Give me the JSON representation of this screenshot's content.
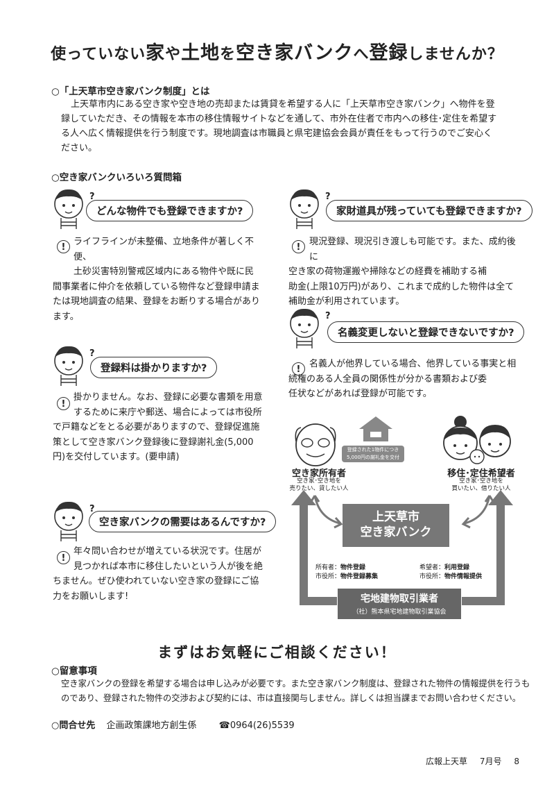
{
  "title": {
    "p1": "使っていない",
    "p2": "家",
    "p3": "や",
    "p4": "土地",
    "p5": "を",
    "p6": "空き家バンク",
    "p7": "へ",
    "p8": "登録",
    "p9": "しませんか？"
  },
  "intro": {
    "heading": "○「上天草市空き家バンク制度」とは",
    "lines": [
      "上天草市内にある空き家や空き地の売却または賃貸を希望する人に「上天草市空き家バンク」へ物件を登",
      "録していただき、その情報を本市の移住情報サイトなどを通して、市外在住者で市内への移住･定住を希望す",
      "る人へ広く情報提供を行う制度です。現地調査は市職員と県宅建協会会員が責任をもって行うのでご安心く",
      "ださい。"
    ]
  },
  "qa_heading": "○空き家バンクいろいろ質問箱",
  "qmark": "?",
  "exc": "!",
  "qa": [
    {
      "q": "どんな物件でも登録できますか?",
      "a": [
        "ライフラインが未整備、立地条件が著しく不便、",
        "土砂災害特別警戒区域内にある物件や既に民",
        "間事業者に仲介を依頼している物件など登録申請ま",
        "たは現地調査の結果、登録をお断りする場合があり",
        "ます。"
      ]
    },
    {
      "q": "家財道具が残っていても登録できますか?",
      "a": [
        "現況登録、現況引き渡しも可能です。また、成約後に",
        "空き家の荷物運搬や掃除などの経費を補助する補",
        "助金(上限10万円)があり、これまで成約した物件は全て",
        "補助金が利用されています。"
      ]
    },
    {
      "q": "名義変更しないと登録できないですか?",
      "a": [
        "名義人が他界している場合、他界している事実と相",
        "続権のある人全員の関係性が分かる書類および委",
        "任状などがあれば登録が可能です。"
      ]
    },
    {
      "q": "登録料は掛かりますか?",
      "a": [
        "掛かりません。なお、登録に必要な書類を用意",
        "するために来庁や郵送、場合によっては市役所",
        "で戸籍などをとる必要がありますので、登録促進施",
        "策として空き家バンク登録後に登録謝礼金(5,000",
        "円)を交付しています。(要申請)"
      ]
    },
    {
      "q": "空き家バンクの需要はあるんですか?",
      "a": [
        "年々問い合わせが増えている状況です。住居が",
        "見つかれば本市に移住したいという人が後を絶",
        "ちません。ぜひ使われていない空き家の登録にご協",
        "力をお願いします!"
      ]
    }
  ],
  "diagram": {
    "owner": "空き家所有者",
    "owner_sub": [
      "空き家･空き地を",
      "売りたい、貸したい人"
    ],
    "seeker": "移住･定住希望者",
    "seeker_sub": [
      "空き家･空き地を",
      "買いたい、借りたい人"
    ],
    "bonus": [
      "登録された1物件につき",
      "5,000円の謝礼金を交付"
    ],
    "bank": [
      "上天草市",
      "空き家バンク"
    ],
    "left_flow": [
      [
        "所有者：",
        "物件登録"
      ],
      [
        "市役所：",
        "物件登録募集"
      ]
    ],
    "right_flow": [
      [
        "希望者：",
        "利用登録"
      ],
      [
        "市役所：",
        "物件情報提供"
      ]
    ],
    "dealer": "宅地建物取引業者",
    "dealer_sub": "（社）熊本県宅地建物取引業協会"
  },
  "cta": "まずはお気軽にご相談ください！",
  "notes": {
    "heading": "○留意事項",
    "lines": [
      "空き家バンクの登録を希望する場合は申し込みが必要です。また空き家バンク制度は、登録された物件の情報提供を行うも",
      "のであり、登録された物件の交渉および契約には、市は直接関与しません。詳しくは担当課までお問い合わせください。"
    ]
  },
  "contact": {
    "heading": "○問合せ先",
    "dept": "企画政策課地方創生係",
    "phone": "☎0964(26)5539"
  },
  "footer": {
    "pub": "広報上天草",
    "month": "7月号",
    "page": "8"
  }
}
